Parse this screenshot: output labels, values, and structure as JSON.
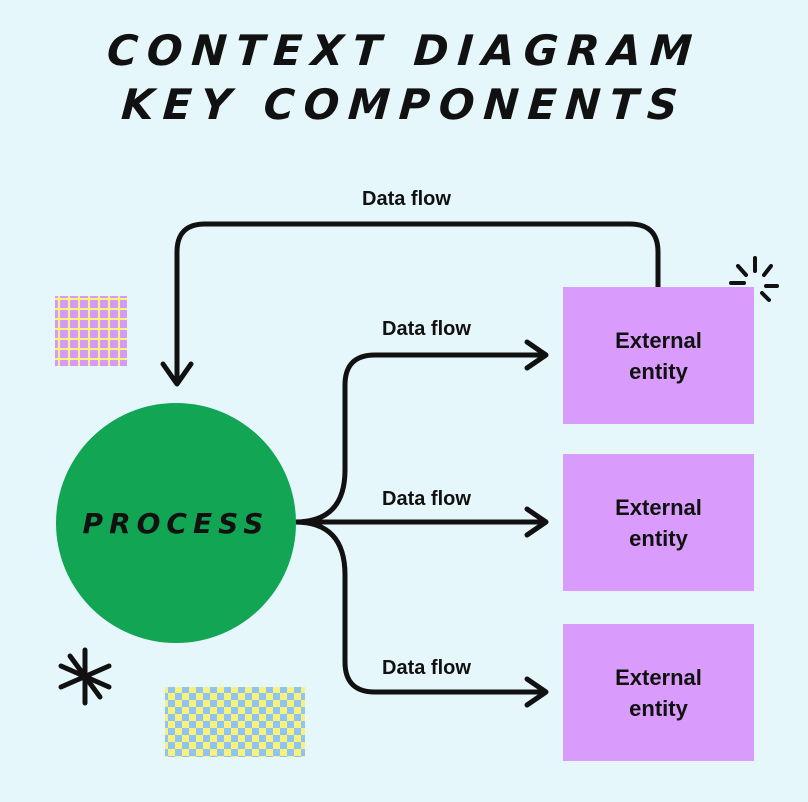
{
  "title": {
    "line1": "CONTEXT DIAGRAM",
    "line2": "KEY COMPONENTS"
  },
  "process": {
    "label": "PROCESS"
  },
  "flows": {
    "top": "Data flow",
    "f1": "Data flow",
    "f2": "Data flow",
    "f3": "Data flow"
  },
  "entities": [
    {
      "label": "External entity"
    },
    {
      "label": "External entity"
    },
    {
      "label": "External entity"
    }
  ],
  "colors": {
    "background": "#e6f7fc",
    "process": "#12a553",
    "entity": "#d99cfc",
    "stroke": "#111111"
  }
}
